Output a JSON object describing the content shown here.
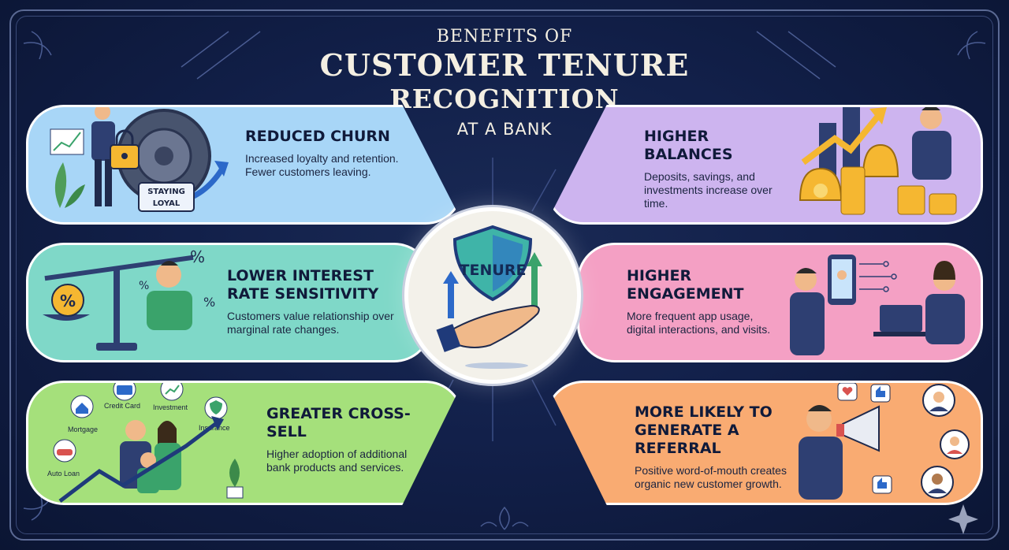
{
  "header": {
    "line1": "BENEFITS OF",
    "line2": "CUSTOMER TENURE",
    "line3": "RECOGNITION",
    "line4": "AT A BANK"
  },
  "center": {
    "label": "TENURE"
  },
  "benefits": [
    {
      "title": "REDUCED CHURN",
      "description": "Increased loyalty and retention. Fewer customers leaving.",
      "badge": "STAYING LOYAL",
      "color": "#a8d6f7",
      "icons": [
        "chart-icon",
        "lock-icon",
        "vault-icon",
        "person-icon",
        "plant-icon",
        "arrow-up-icon"
      ]
    },
    {
      "title": "LOWER INTEREST RATE SENSITIVITY",
      "description": "Customers value relationship over marginal rate changes.",
      "color": "#7fd8c8",
      "icons": [
        "scale-icon",
        "percent-icon",
        "person-icon"
      ]
    },
    {
      "title": "GREATER CROSS-SELL",
      "description": "Higher adoption of additional bank products and services.",
      "color": "#a5e07b",
      "products": [
        "Mortgage",
        "Credit Card",
        "Investment",
        "Insurance",
        "Auto Loan"
      ],
      "icons": [
        "house-icon",
        "credit-card-icon",
        "investment-chart-icon",
        "shield-check-icon",
        "car-icon",
        "family-icon",
        "plant-icon"
      ]
    },
    {
      "title": "HIGHER BALANCES",
      "description": "Deposits, savings, and investments increase over time.",
      "color": "#cdb4ef",
      "icons": [
        "money-bag-icon",
        "coin-stack-icon",
        "bar-chart-icon",
        "person-icon",
        "arrow-up-icon"
      ]
    },
    {
      "title": "HIGHER ENGAGEMENT",
      "description": "More frequent app usage, digital interactions, and visits.",
      "color": "#f4a0c4",
      "icons": [
        "phone-icon",
        "laptop-icon",
        "person-icon",
        "bank-teller-icon"
      ]
    },
    {
      "title": "MORE LIKELY TO GENERATE A REFERRAL",
      "description": "Positive word-of-mouth creates organic new customer growth.",
      "color": "#f9ab72",
      "icons": [
        "megaphone-icon",
        "thumbs-up-icon",
        "heart-icon",
        "avatar-icon",
        "person-icon"
      ]
    }
  ]
}
